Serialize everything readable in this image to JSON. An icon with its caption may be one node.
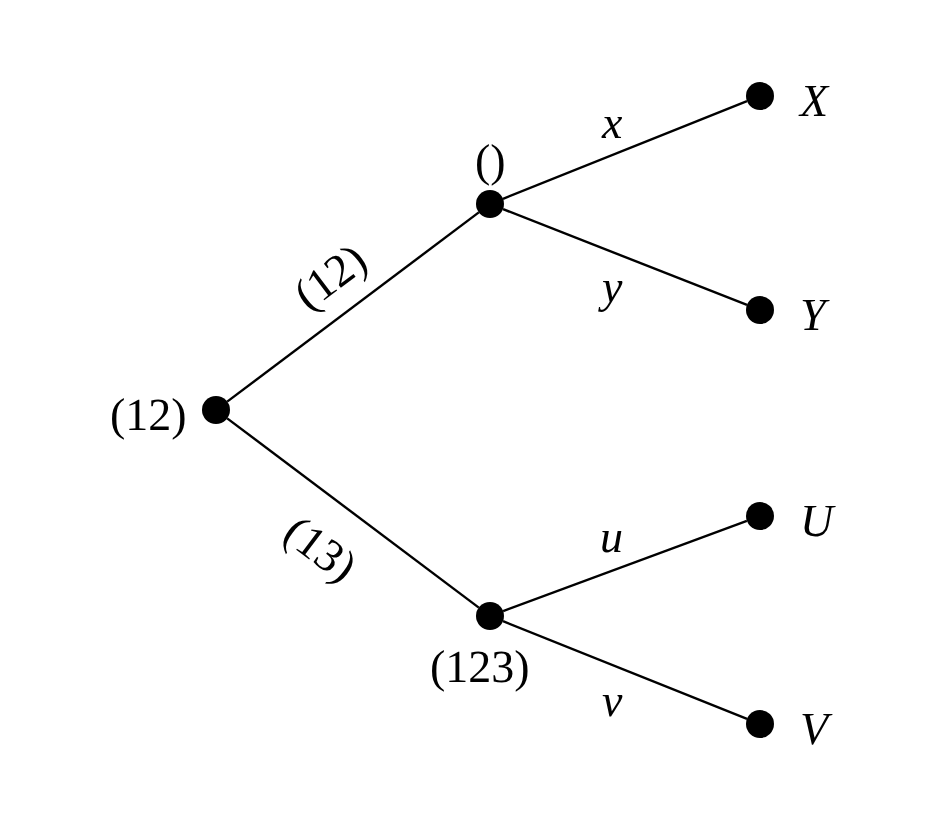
{
  "diagram": {
    "nodes": [
      {
        "text": [],
        "shape": "circle",
        "beside": [
          "(12)"
        ]
      },
      {
        "text": [],
        "shape": "circle",
        "beside": [
          "()"
        ]
      },
      {
        "text": [],
        "shape": "circle",
        "beside": [
          "(123)"
        ]
      },
      {
        "text": [],
        "shape": "circle",
        "beside": [
          "X"
        ]
      },
      {
        "text": [],
        "shape": "circle",
        "beside": [
          "Y"
        ]
      },
      {
        "text": [],
        "shape": "circle",
        "beside": [
          "U"
        ]
      },
      {
        "text": [],
        "shape": "circle",
        "beside": [
          "V"
        ]
      }
    ],
    "edges": [
      {
        "from": 0,
        "to": 1,
        "arrow": "none",
        "label": "(12)"
      },
      {
        "from": 0,
        "to": 2,
        "arrow": "none",
        "label": "(13)"
      },
      {
        "from": 1,
        "to": 3,
        "arrow": "none",
        "label": "x"
      },
      {
        "from": 1,
        "to": 4,
        "arrow": "none",
        "label": "y"
      },
      {
        "from": 2,
        "to": 5,
        "arrow": "none",
        "label": "u"
      },
      {
        "from": 2,
        "to": 6,
        "arrow": "none",
        "label": "v"
      }
    ]
  }
}
